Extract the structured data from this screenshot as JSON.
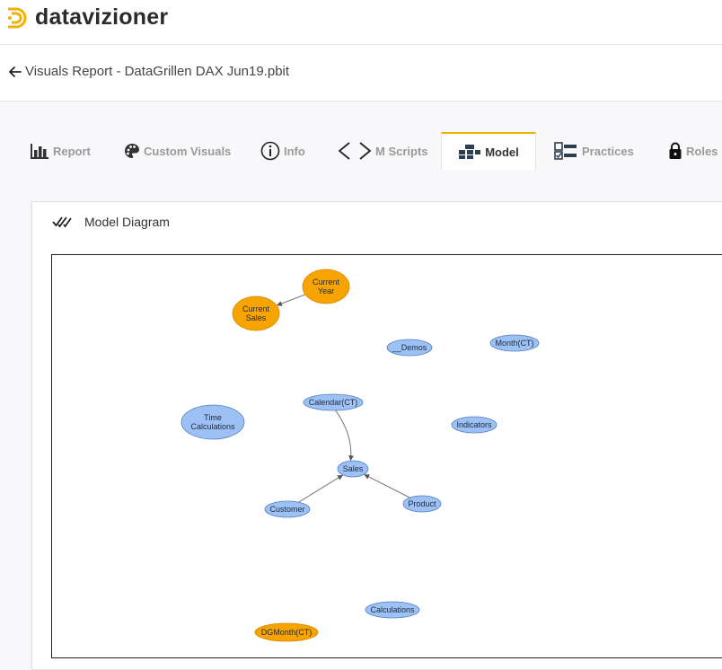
{
  "brand": {
    "name": "datavizioner",
    "accent": "#f2b300"
  },
  "header": {
    "back_icon": "arrow-left-icon",
    "title": "Visuals Report - DataGrillen DAX Jun19.pbit"
  },
  "tabs": [
    {
      "label": "Report",
      "icon": "bar-chart-icon"
    },
    {
      "label": "Custom Visuals",
      "icon": "palette-icon"
    },
    {
      "label": "Info",
      "icon": "info-icon"
    },
    {
      "label": "M Scripts",
      "icon": "code-brackets-icon"
    },
    {
      "label": "Model",
      "icon": "model-icon",
      "active": true
    },
    {
      "label": "Practices",
      "icon": "checklist-icon"
    },
    {
      "label": "Roles",
      "icon": "lock-icon"
    }
  ],
  "card": {
    "title": "Model Diagram",
    "icon": "double-check-icon"
  },
  "diagram": {
    "colors": {
      "table": "#9dc0f5",
      "table_stroke": "#4f7fc0",
      "measure": "#f7a300",
      "measure_stroke": "#d68a00"
    },
    "nodes": [
      {
        "id": "current_year",
        "label": [
          "Current",
          "Year"
        ],
        "type": "measure"
      },
      {
        "id": "current_sales",
        "label": [
          "Current",
          "Sales"
        ],
        "type": "measure"
      },
      {
        "id": "demos",
        "label": [
          "__Demos"
        ],
        "type": "table"
      },
      {
        "id": "month_ct",
        "label": [
          "Month(CT)"
        ],
        "type": "table"
      },
      {
        "id": "calendar_ct",
        "label": [
          "Calendar(CT)"
        ],
        "type": "table"
      },
      {
        "id": "time_calculations",
        "label": [
          "Time",
          "Calculations"
        ],
        "type": "table"
      },
      {
        "id": "indicators",
        "label": [
          "Indicators"
        ],
        "type": "table"
      },
      {
        "id": "sales",
        "label": [
          "Sales"
        ],
        "type": "table"
      },
      {
        "id": "customer",
        "label": [
          "Customer"
        ],
        "type": "table"
      },
      {
        "id": "product",
        "label": [
          "Product"
        ],
        "type": "table"
      },
      {
        "id": "calculations",
        "label": [
          "Calculations"
        ],
        "type": "table"
      },
      {
        "id": "dgmonth_ct",
        "label": [
          "DGMonth(CT)"
        ],
        "type": "measure"
      }
    ],
    "edges": [
      {
        "from": "current_year",
        "to": "current_sales"
      },
      {
        "from": "calendar_ct",
        "to": "sales"
      },
      {
        "from": "customer",
        "to": "sales"
      },
      {
        "from": "product",
        "to": "sales"
      }
    ]
  }
}
